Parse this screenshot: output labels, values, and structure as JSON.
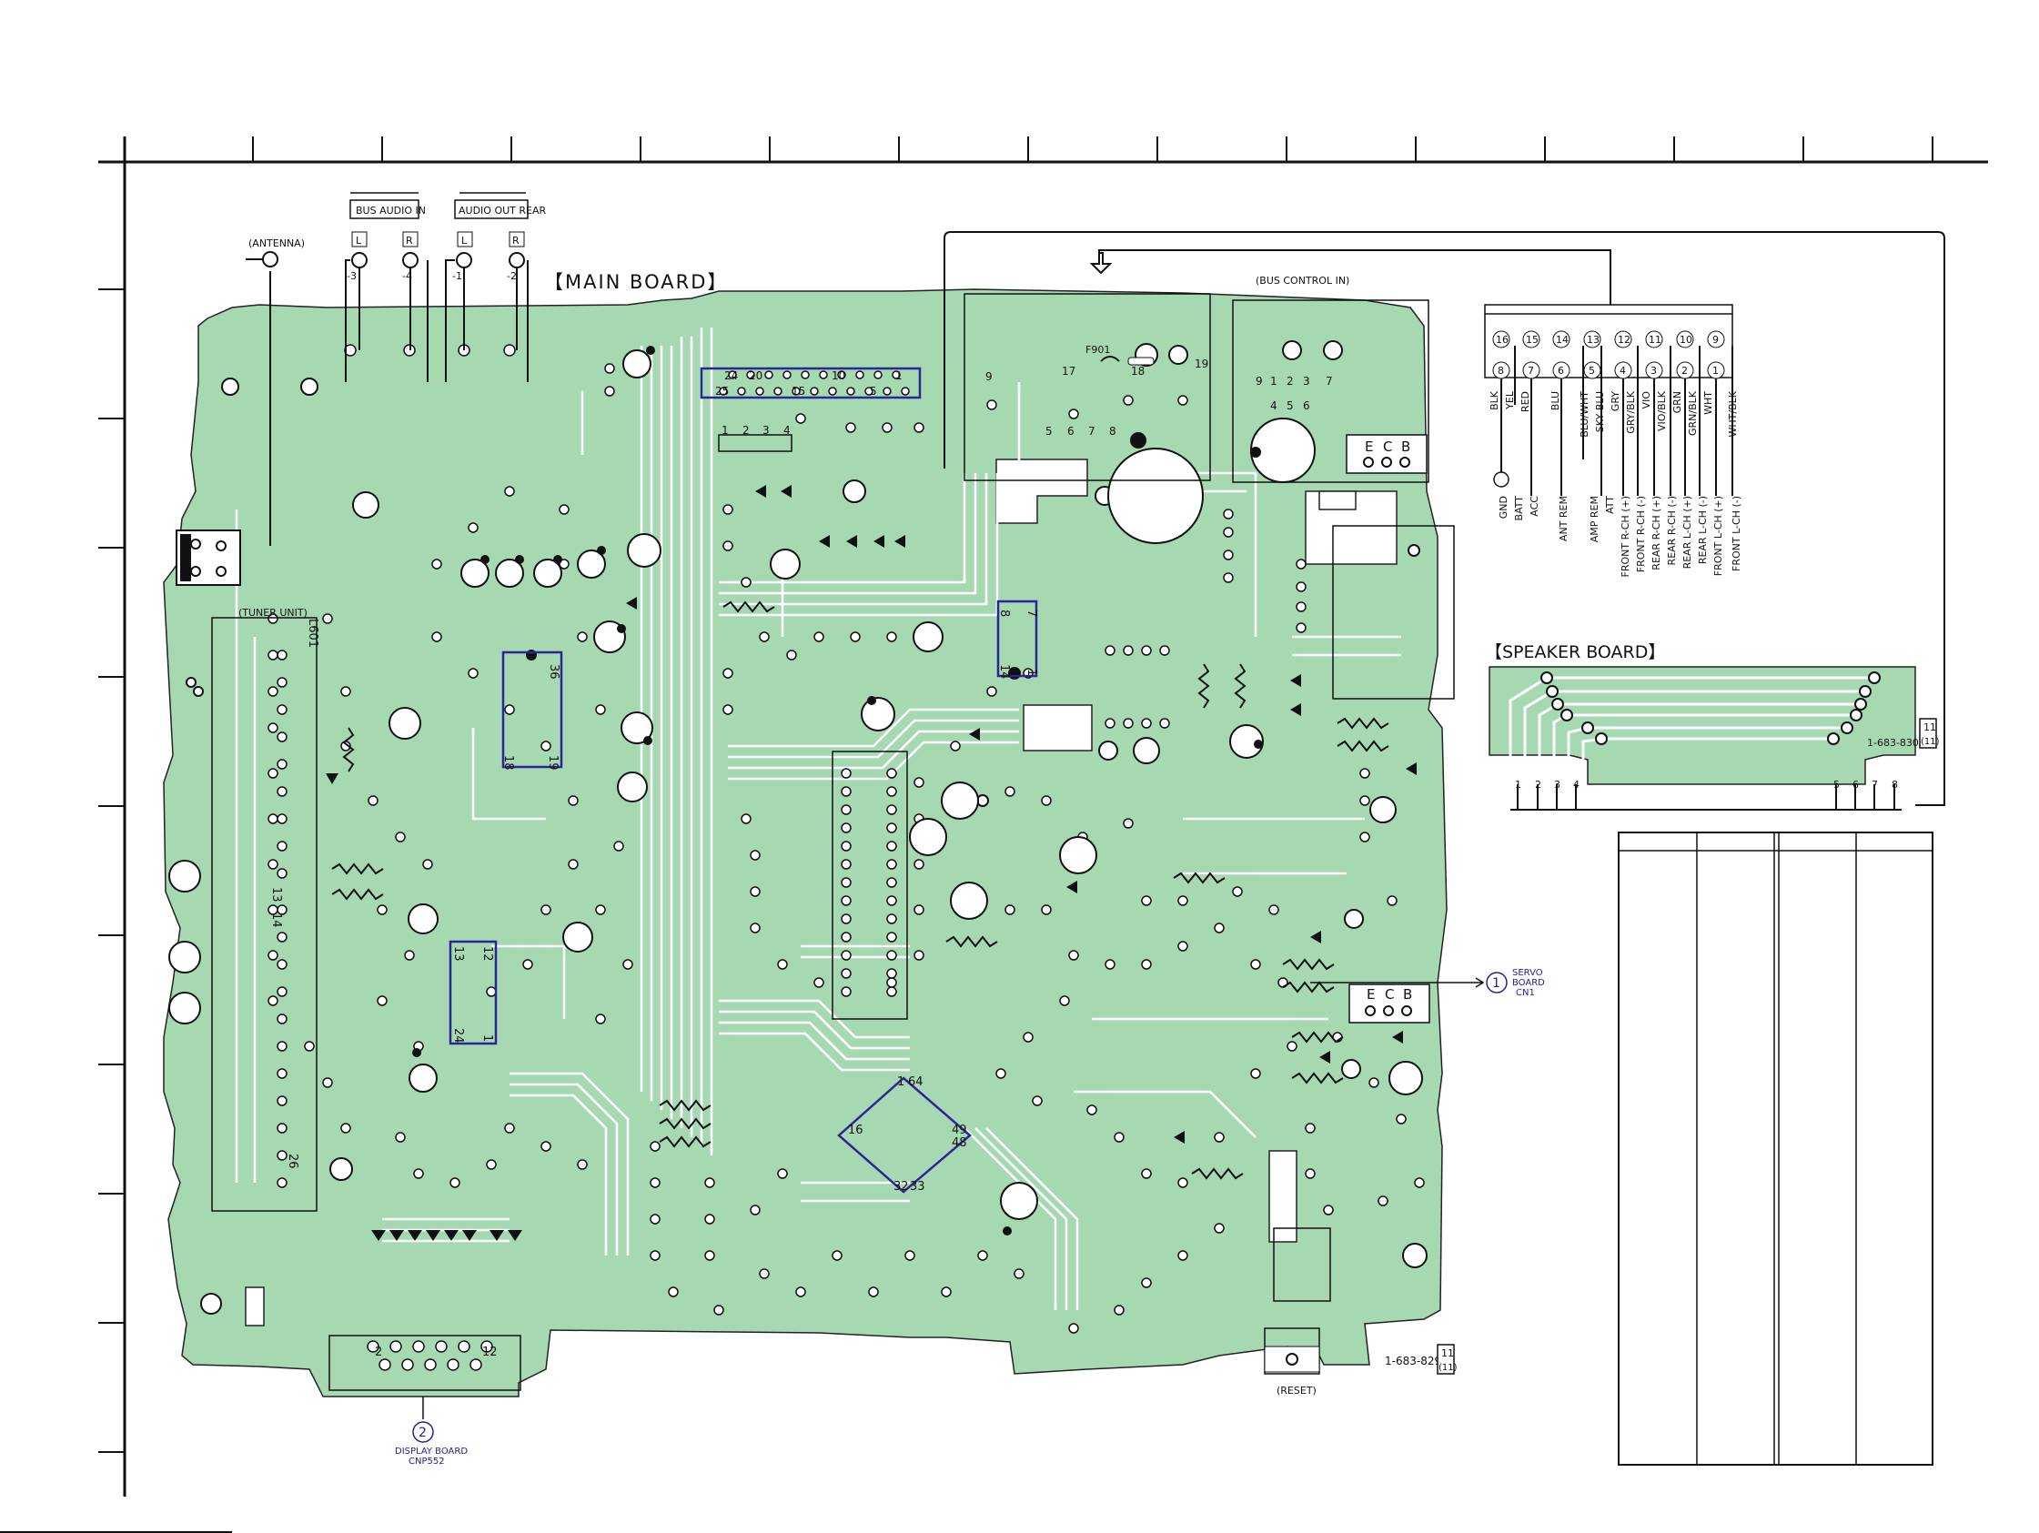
{
  "colors": {
    "board": "#a6d9b2",
    "trace": "#ffffff",
    "outline": "#222222",
    "accent": "#26218a"
  },
  "labels": {
    "main_board": "【MAIN BOARD】",
    "speaker_board": "【SPEAKER BOARD】",
    "antenna": "(ANTENNA)",
    "tuner_unit": "(TUNER UNIT)",
    "bus_audio_in": "BUS AUDIO IN",
    "audio_out_rear": "AUDIO OUT REAR",
    "bus_control_in": "(BUS CONTROL IN)",
    "reset": "(RESET)",
    "main_part_no": "1-683-829-",
    "main_rev_a": "11",
    "main_rev_b": "(11)",
    "speaker_part_no": "1-683-830-",
    "speaker_rev_a": "11",
    "speaker_rev_b": "(11)",
    "fuse": "F901",
    "coil": "L601",
    "servo_num": "1",
    "servo_board": "SERVO",
    "servo_board2": "BOARD",
    "servo_cn": "CN1",
    "display_num": "2",
    "display_board": "DISPLAY BOARD",
    "display_cnp": "CNP552"
  },
  "jacks": {
    "l1": "L",
    "r1": "R",
    "l2": "L",
    "r2": "R",
    "n3": "-3",
    "n4": "-4",
    "n1": "-1",
    "n2": "-2"
  },
  "connector": {
    "top_nums": [
      "16",
      "15",
      "14",
      "13",
      "12",
      "11",
      "10",
      "9"
    ],
    "pin_nums": [
      "8",
      "7",
      "6",
      "5",
      "4",
      "3",
      "2",
      "1"
    ],
    "wire_colors": [
      "BLK",
      "YEL",
      "RED",
      "BLU",
      "BLU/WHT",
      "SKY BLU",
      "GRY",
      "GRY/BLK",
      "VIO",
      "VIO/BLK",
      "GRN",
      "GRN/BLK",
      "WHT",
      "WHT/BLK"
    ],
    "signals": [
      "GND",
      "BATT",
      "ACC",
      "ANT REM",
      "AMP REM",
      "ATT",
      "FRONT R-CH (+)",
      "FRONT R-CH (-)",
      "REAR R-CH (+)",
      "REAR R-CH (-)",
      "REAR L-CH (+)",
      "REAR L-CH (-)",
      "FRONT L-CH (+)",
      "FRONT L-CH (-)"
    ]
  },
  "speaker_pins": [
    "1",
    "2",
    "3",
    "4",
    "5",
    "6",
    "7",
    "8"
  ],
  "ic_pins": {
    "a1": "36",
    "a2": "18",
    "a3": "19",
    "b1": "13",
    "b2": "12",
    "b3": "24",
    "b4": "1",
    "c1": "1",
    "c2": "64",
    "c3": "16",
    "c4": "49",
    "c5": "48",
    "c6": "32",
    "c7": "33",
    "d1": "8",
    "d2": "7",
    "d3": "14",
    "d4": "1",
    "e1": "13",
    "e2": "14",
    "e3": "26",
    "f1": "25",
    "f2": "24",
    "f3": "20",
    "f4": "15",
    "f5": "10",
    "f6": "5",
    "f7": "1",
    "g1": "1",
    "g2": "2",
    "g3": "3",
    "g4": "4",
    "h1": "17",
    "h2": "18",
    "h3": "19",
    "h4": "9",
    "h5": "5",
    "h6": "6",
    "h7": "7",
    "h8": "8",
    "k1": "9",
    "k2": "1",
    "k3": "2",
    "k4": "3",
    "k5": "4",
    "k6": "5",
    "k7": "6",
    "k8": "7",
    "p1": "2",
    "p2": "12"
  },
  "ecb": [
    "E",
    "C",
    "B"
  ]
}
